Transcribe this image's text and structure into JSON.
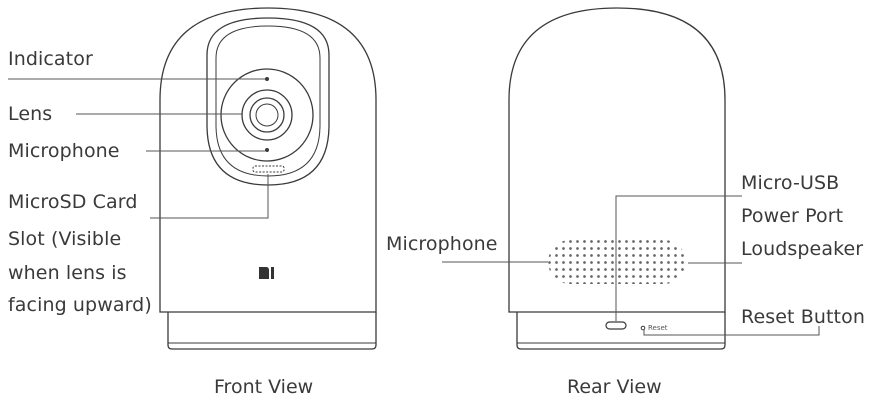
{
  "front": {
    "labels": {
      "indicator": "Indicator",
      "lens": "Lens",
      "microphone": "Microphone",
      "microsd_line1": "MicroSD Card",
      "microsd_line2": "Slot (Visible",
      "microsd_line3": "when lens is",
      "microsd_line4": "facing upward)"
    },
    "logo": "mi",
    "caption": "Front View"
  },
  "rear": {
    "labels": {
      "microphone": "Microphone",
      "usb_line1": "Micro-USB",
      "usb_line2": "Power Port",
      "loudspeaker": "Loudspeaker",
      "reset_button": "Reset Button"
    },
    "reset_mark": "Reset",
    "caption": "Rear View"
  }
}
